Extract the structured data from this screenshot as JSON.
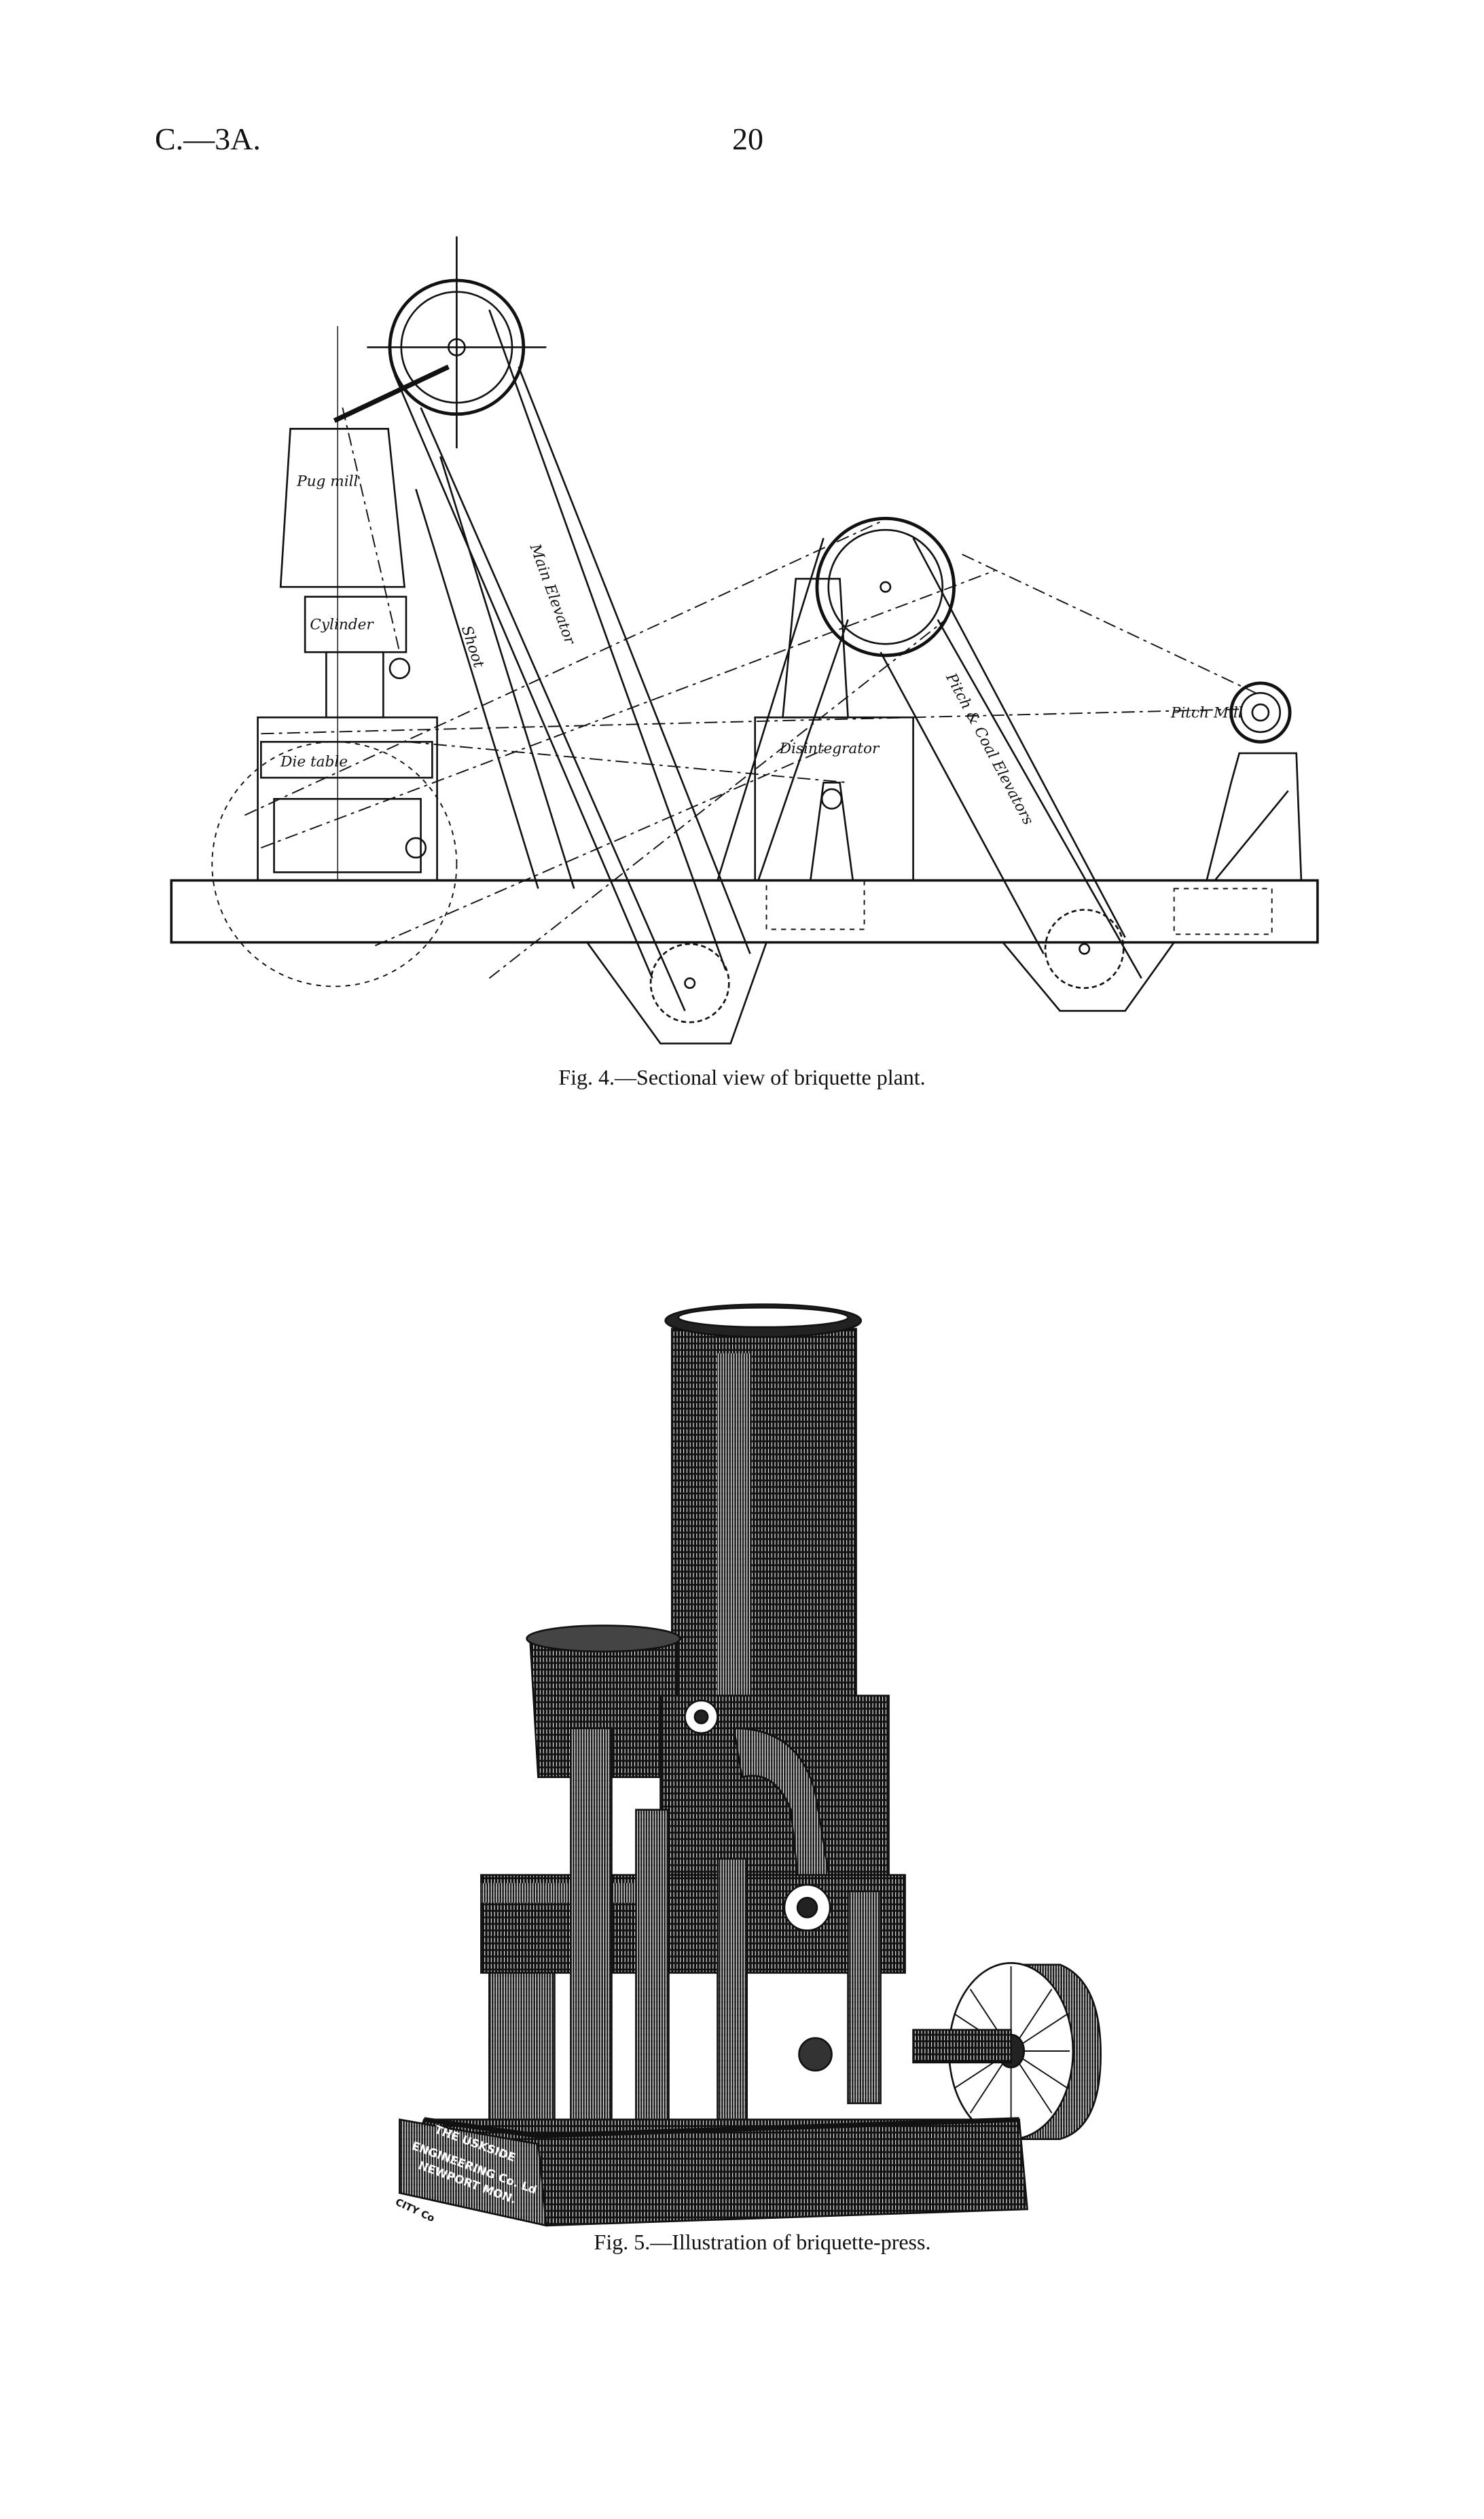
{
  "header": {
    "reference": "C.—3A.",
    "page_number": "20"
  },
  "figure4": {
    "caption": "Fig. 4.—Sectional view of briquette plant.",
    "labels": {
      "pug_mill": "Pug mill",
      "cylinder": "Cylinder",
      "die_table": "Die table",
      "shoot": "Shoot",
      "main_elevator": "Main Elevator",
      "disintegrator": "Disintegrator",
      "pitch_coal_elevators": "Pitch & Coal Elevators",
      "pitch_mill": "Pitch Mill"
    }
  },
  "figure5": {
    "caption": "Fig. 5.—Illustration of briquette-press.",
    "maker_plate": [
      "THE USKSIDE",
      "ENGINEERING Co. Ld",
      "NEWPORT MON."
    ],
    "stamp": "CITY Co"
  }
}
